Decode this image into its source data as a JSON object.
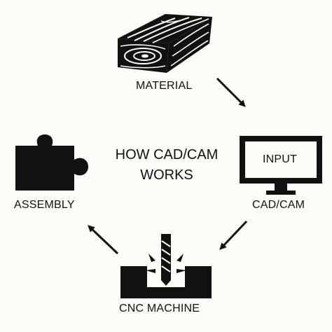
{
  "diagram": {
    "title_line1": "HOW CAD/CAM",
    "title_line2": "WORKS",
    "nodes": {
      "material": {
        "label": "MATERIAL",
        "icon": "wood-block-icon"
      },
      "cad_cam": {
        "label": "CAD/CAM",
        "screen_text": "INPUT",
        "icon": "computer-monitor-icon"
      },
      "cnc": {
        "label": "CNC MACHINE",
        "icon": "cnc-machine-icon"
      },
      "assembly": {
        "label": "ASSEMBLY",
        "icon": "puzzle-piece-icon"
      }
    },
    "colors": {
      "background": "#fbfbf8",
      "ink": "#111111"
    }
  }
}
